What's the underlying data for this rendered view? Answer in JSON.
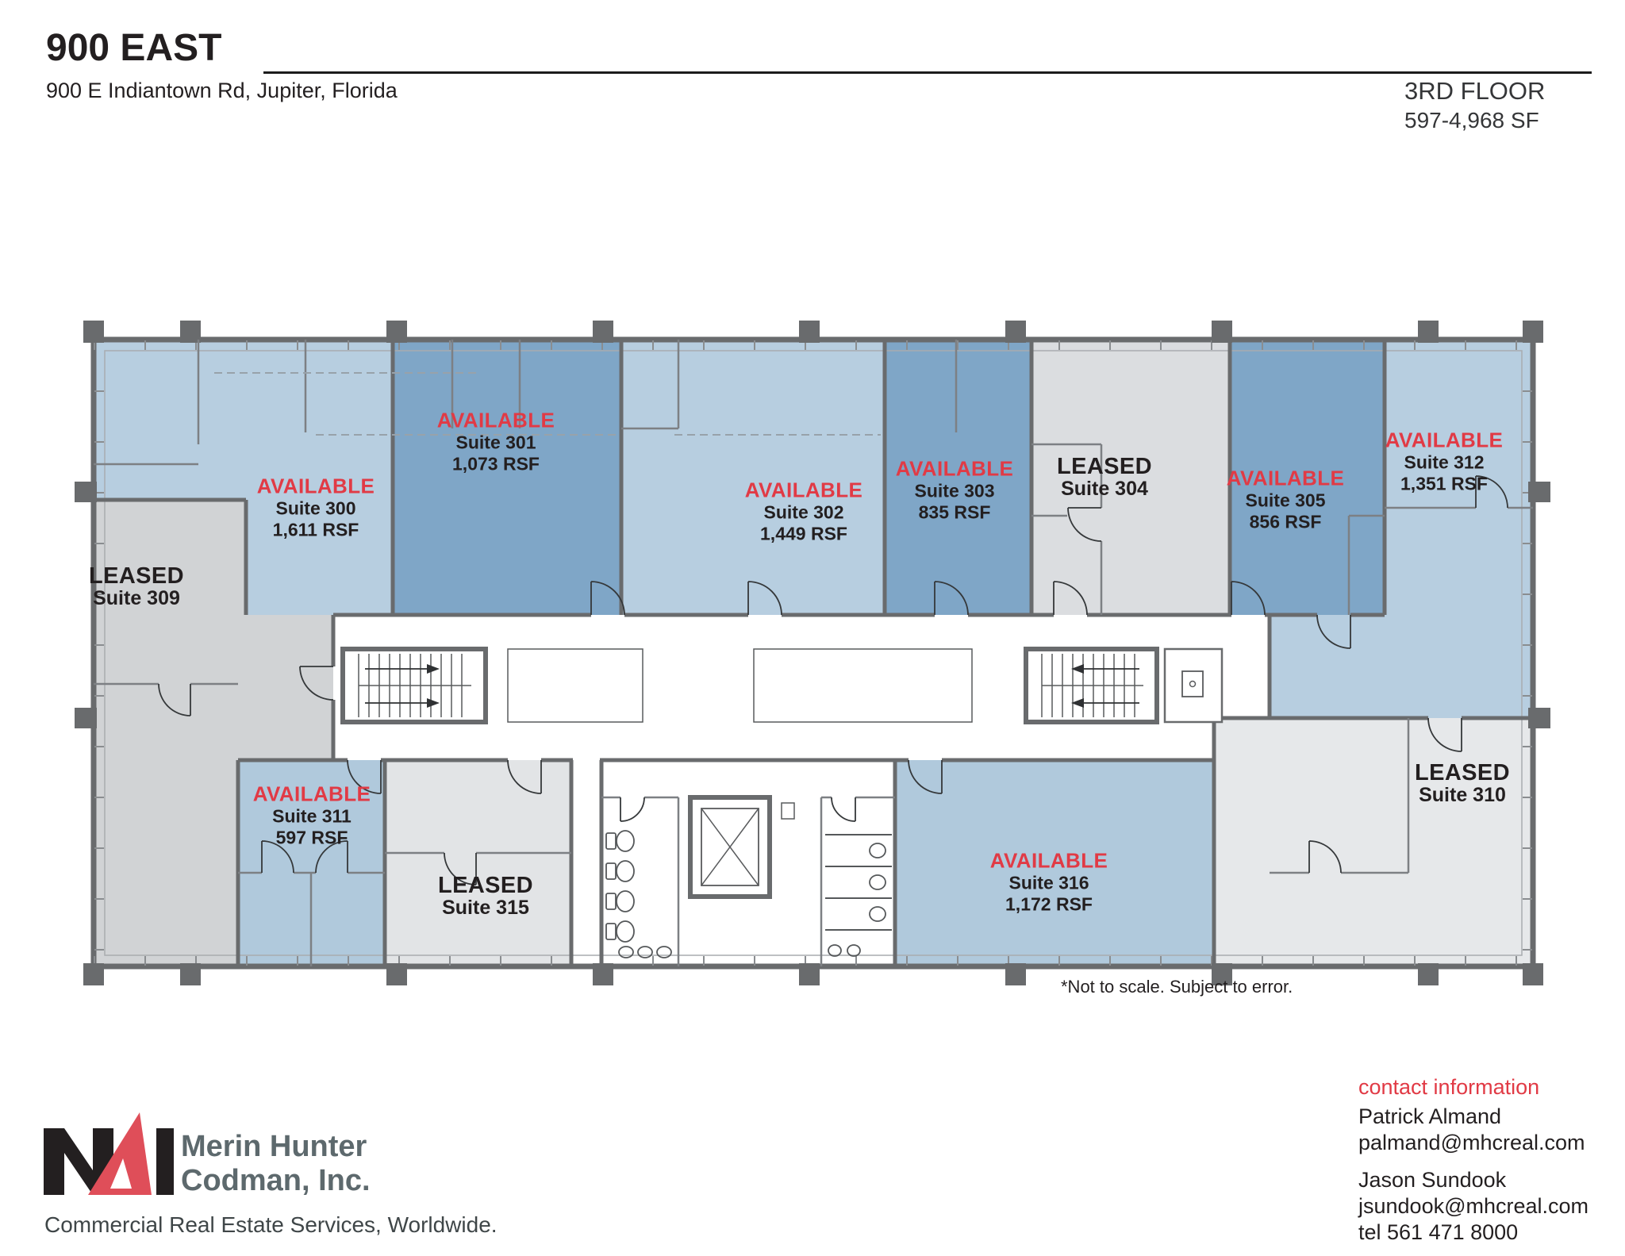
{
  "header": {
    "title": "900 EAST",
    "address": "900 E Indiantown Rd, Jupiter, Florida",
    "floor": "3RD FLOOR",
    "size_range": "597-4,968 SF"
  },
  "plan": {
    "note": "*Not to scale.  Subject to error.",
    "colors": {
      "available_light": "#b7cee0",
      "available_light_deep": "#b0c9dc",
      "available_medium": "#7fa6c7",
      "leased_dark_gray": "#d1d3d5",
      "leased_mid_gray": "#dbdde0",
      "leased_light_gray": "#e6e8ea",
      "wall": "#696b6d",
      "status_red": "#e13a45"
    },
    "icons": [
      "stairs-icon",
      "elevator-icon",
      "toilet-icon",
      "sink-icon"
    ],
    "suites": [
      {
        "status": "AVAILABLE",
        "name": "Suite 300",
        "rsf": "1,611 RSF"
      },
      {
        "status": "AVAILABLE",
        "name": "Suite 301",
        "rsf": "1,073 RSF"
      },
      {
        "status": "AVAILABLE",
        "name": "Suite 302",
        "rsf": "1,449 RSF"
      },
      {
        "status": "AVAILABLE",
        "name": "Suite 303",
        "rsf": "835 RSF"
      },
      {
        "status": "LEASED",
        "name": "Suite 304",
        "rsf": ""
      },
      {
        "status": "AVAILABLE",
        "name": "Suite 305",
        "rsf": "856 RSF"
      },
      {
        "status": "AVAILABLE",
        "name": "Suite 312",
        "rsf": "1,351 RSF"
      },
      {
        "status": "LEASED",
        "name": "Suite 309",
        "rsf": ""
      },
      {
        "status": "AVAILABLE",
        "name": "Suite 311",
        "rsf": "597 RSF"
      },
      {
        "status": "LEASED",
        "name": "Suite 315",
        "rsf": ""
      },
      {
        "status": "AVAILABLE",
        "name": "Suite 316",
        "rsf": "1,172 RSF"
      },
      {
        "status": "LEASED",
        "name": "Suite 310",
        "rsf": ""
      }
    ]
  },
  "footer": {
    "logo": {
      "mark": "NAI",
      "company_line1": "Merin Hunter",
      "company_line2": "Codman, Inc.",
      "tagline": "Commercial Real Estate Services, Worldwide."
    },
    "contact": {
      "heading": "contact information",
      "agent1_name": "Patrick Almand",
      "agent1_email": "palmand@mhcreal.com",
      "agent2_name": "Jason Sundook",
      "agent2_email": "jsundook@mhcreal.com",
      "phone": "tel 561 471 8000"
    }
  }
}
